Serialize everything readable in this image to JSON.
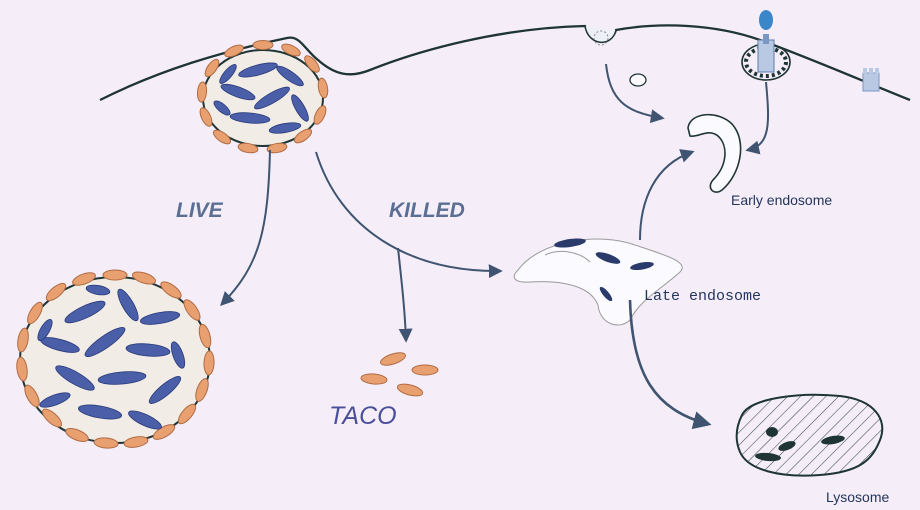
{
  "labels": {
    "live": "LIVE",
    "killed": "KILLED",
    "taco": "TACO",
    "early_endosome": "Early endosome",
    "late_endosome": "Late endosome",
    "lysosome": "Lysosome"
  },
  "colors": {
    "background": "#f5eef8",
    "membrane": "#1f3535",
    "coat": "#e9a070",
    "bacterium": "#4a5fa8",
    "arrow": "#3f5470",
    "receptor": "#7b97c4"
  }
}
